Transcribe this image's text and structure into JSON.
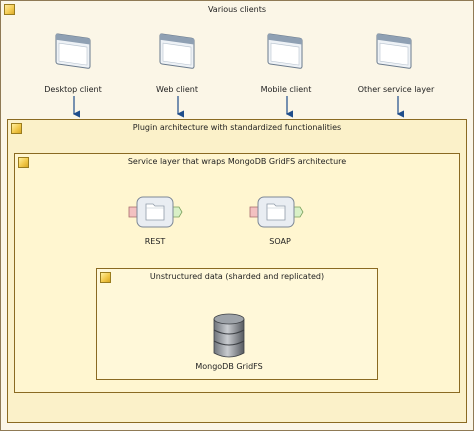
{
  "containers": {
    "outer_title": "Various clients",
    "plugin_title": "Plugin architecture with standardized functionalities",
    "service_title": "Service layer that wraps MongoDB GridFS architecture",
    "unstructured_title": "Unstructured data (sharded and replicated)"
  },
  "clients": [
    {
      "label": "Desktop client",
      "icon": "browser-window-icon"
    },
    {
      "label": "Web client",
      "icon": "browser-window-icon"
    },
    {
      "label": "Mobile client",
      "icon": "browser-window-icon"
    },
    {
      "label": "Other service layer",
      "icon": "browser-window-icon"
    }
  ],
  "services": [
    {
      "label": "REST",
      "icon": "service-component-icon"
    },
    {
      "label": "SOAP",
      "icon": "service-component-icon"
    }
  ],
  "database": {
    "label": "MongoDB GridFS",
    "icon": "database-icon"
  },
  "colors": {
    "arrow": "#1f4e8c",
    "container_border": "#8a6a22",
    "outer_fill": "#fbf6e7",
    "plugin_fill": "#fbf1c9",
    "service_fill": "#fff6d0",
    "unstructured_fill": "#fff8d9"
  }
}
